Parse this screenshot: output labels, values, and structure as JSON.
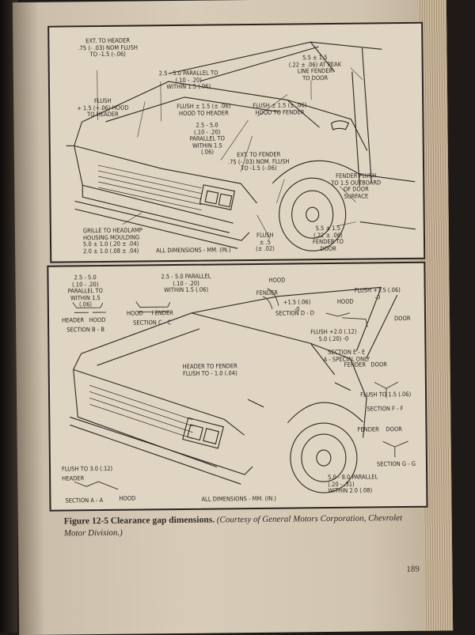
{
  "top": {
    "ext_to_header": "EXT. TO HEADER\n.75 (- .03) NOM FLUSH\nTO -1.5 (-.06)",
    "parallel_top": "2.5 - 5.0 PARALLEL TO\n(.10 - .20)\nWITHIN 1.5 (.06)",
    "flush_hood_header": "FLUSH\n+ 1.5 (+.06) HOOD\nTO HEADER",
    "flush_hood_header_2": "FLUSH ± 1.5 (± .06)\nHOOD TO HEADER",
    "flush_hood_fender": "FLUSH ± 1.5 (± .06)\nHOOD TO FENDER",
    "line_fender_door": "5.5 ± 1.5\n(.22 ± .06) AT PEAK\nLINE FENDER\nTO DOOR",
    "parallel_mid": "2.5 - 5.0\n(.10 - .20)\nPARALLEL TO\nWITHIN 1.5\n(.06)",
    "ext_to_fender": "EXT. TO FENDER\n.75 (- .03) NOM. FLUSH\nTO -1.5 (-.06)",
    "fender_flush": "FENDER FLUSH\nTO 1.5 OUTBOARD\nOF DOOR\nSURFACE",
    "fender_to_door": "5.5 ± 1.5\n(.22 ± .06)\nFENDER TO\nDOOR",
    "flush_5": "FLUSH\n± .5\n(± .02)",
    "grille_headlamp": "GRILLE TO HEADLAMP\nHOUSING MOULDING\n5.0 ± 1.0 (.20 ± .04)\n2.0 ± 1.0 (.08 ± .04)",
    "all_dimensions": "ALL DIMENSIONS - mm. (in.)"
  },
  "bottom": {
    "parallel_b": "2.5 - 5.0\n(.10 - .20)\nPARALLEL TO\nWITHIN 1.5\n(.06)",
    "parallel_c": "2.5 - 5.0 PARALLEL\n(.10 - .20)\nWITHIN 1.5 (.06)",
    "header_hood_b": "HEADER   HOOD",
    "section_b": "SECTION B - B",
    "hood_fender_c": "HOOD     FENDER",
    "section_c": "SECTION C - C",
    "hood_d": "HOOD",
    "fender_d": "FENDER",
    "flush_d": "+1.5 (.06)\n-0",
    "section_d": "SECTION D - D",
    "flush_e": "FLUSH +1.5 (.06)\n-0",
    "hood_e": "HOOD",
    "door_e": "DOOR",
    "flush_e2": "FLUSH +2.0 (.12)\n5.0 (.20) -0",
    "section_e": "SECTION E - E\nA - SPECIAL ONLY",
    "fender_door_f": "FENDER   DOOR",
    "flush_f": "FLUSH TO 1.5 (.06)",
    "section_f": "SECTION F - F",
    "fender_door_g": "FENDER    DOOR",
    "section_g": "SECTION G - G",
    "parallel_g": "5.0 - 8.0 PARALLEL\n(.20 - .31)\nWITHIN 2.0 (.08)",
    "header_to_fender": "HEADER TO FENDER\nFLUSH TO - 1.0 (.04)",
    "flush_a": "FLUSH TO 3.0 (.12)",
    "header_a": "HEADER",
    "hood_a": "HOOD",
    "section_a": "SECTION A - A",
    "all_dimensions": "ALL DIMENSIONS - mm. (in.)"
  },
  "caption": {
    "figure": "Figure 12-5",
    "title": "Clearance gap dimensions.",
    "credit": "(Courtesy of General Motors Corporation, Chevrolet Motor Division.)"
  },
  "page_number": "189"
}
